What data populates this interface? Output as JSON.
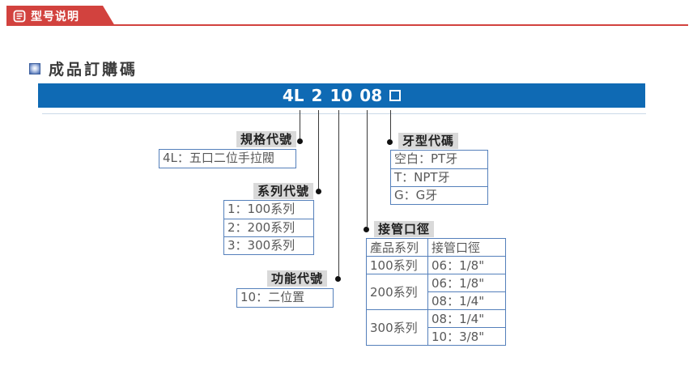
{
  "page_header": {
    "title": "型号说明",
    "icon": "document-lines-icon",
    "accent_color": "#d2423e"
  },
  "section": {
    "title": "成品訂購碼",
    "bullet_icon": "blue-square-bullet"
  },
  "code_banner": {
    "segments": [
      "4L",
      "2",
      "10",
      "08"
    ],
    "placeholder_symbol": "□",
    "background_color": "#0f6ab4",
    "text_color": "#ffffff"
  },
  "callouts": {
    "spec": {
      "label": "規格代號",
      "items": [
        "4L：五口二位手拉閥"
      ]
    },
    "series": {
      "label": "系列代號",
      "items": [
        "1：100系列",
        "2：200系列",
        "3：300系列"
      ]
    },
    "function": {
      "label": "功能代號",
      "items": [
        "10：二位置"
      ]
    },
    "thread": {
      "label": "牙型代碼",
      "items": [
        "空白：PT牙",
        "T：NPT牙",
        "G：G牙"
      ]
    },
    "port": {
      "label": "接管口徑",
      "headers": [
        "產品系列",
        "接管口徑"
      ],
      "rows": [
        {
          "series": "100系列",
          "ports": [
            "06：1/8\""
          ]
        },
        {
          "series": "200系列",
          "ports": [
            "06：1/8\"",
            "08：1/4\""
          ]
        },
        {
          "series": "300系列",
          "ports": [
            "08：1/4\"",
            "10：3/8\""
          ]
        }
      ]
    }
  },
  "colors": {
    "header_red": "#d2423e",
    "banner_blue": "#0f6ab4",
    "box_border_blue": "#5580bb",
    "label_gray": "#d9d9d9",
    "box_text_gray": "#595959"
  }
}
